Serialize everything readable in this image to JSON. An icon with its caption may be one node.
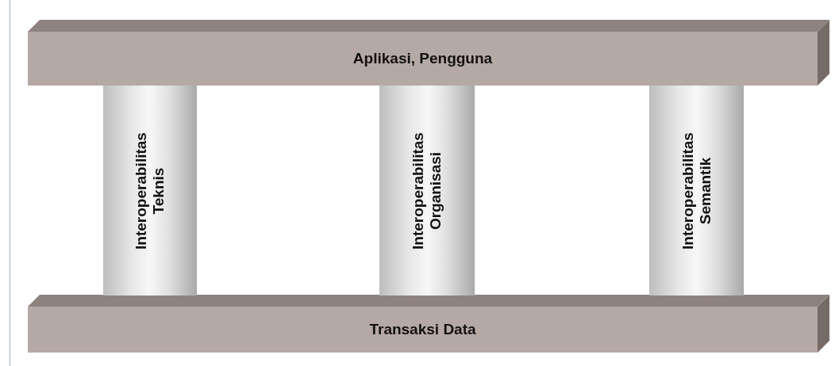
{
  "diagram": {
    "nodes": [
      {
        "text": [
          "Aplikasi, Pengguna"
        ]
      },
      {
        "text": [
          "Interoperabilitas Teknis"
        ]
      },
      {
        "text": [
          "Interoperabilitas Organisasi"
        ]
      },
      {
        "text": [
          "Interoperabilitas Semantik"
        ]
      },
      {
        "text": [
          "Transaksi Data"
        ]
      }
    ]
  }
}
